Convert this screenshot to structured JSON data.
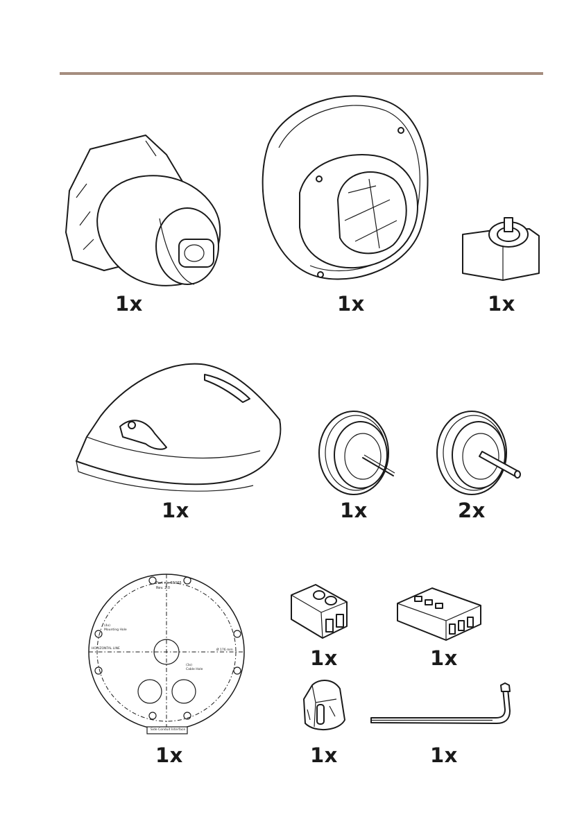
{
  "items": [
    {
      "qty": "1x",
      "icon": "camera-unit"
    },
    {
      "qty": "1x",
      "icon": "dome-housing"
    },
    {
      "qty": "1x",
      "icon": "cable-cover-clip"
    },
    {
      "qty": "1x",
      "icon": "weathershield"
    },
    {
      "qty": "1x",
      "icon": "cable-gasket-small"
    },
    {
      "qty": "2x",
      "icon": "cable-gasket-large"
    },
    {
      "qty": "1x",
      "icon": "drill-template"
    },
    {
      "qty": "1x",
      "icon": "terminal-block-connector-2pin"
    },
    {
      "qty": "1x",
      "icon": "terminal-block-connector-multipin"
    },
    {
      "qty": "1x",
      "icon": "torx-bit"
    },
    {
      "qty": "1x",
      "icon": "torx-l-key"
    }
  ],
  "template": {
    "part_no": "Part no. 55065",
    "rev": "Rev. 2.0",
    "mounting_hole": "(4x)\nMounting Hole",
    "horizontal_line": "HORIZONTAL LINE",
    "diameter": "Ø 176 mm",
    "cable_hole": "(3x)\nCable Hole",
    "side_conduit": "Side Conduit Interface"
  }
}
